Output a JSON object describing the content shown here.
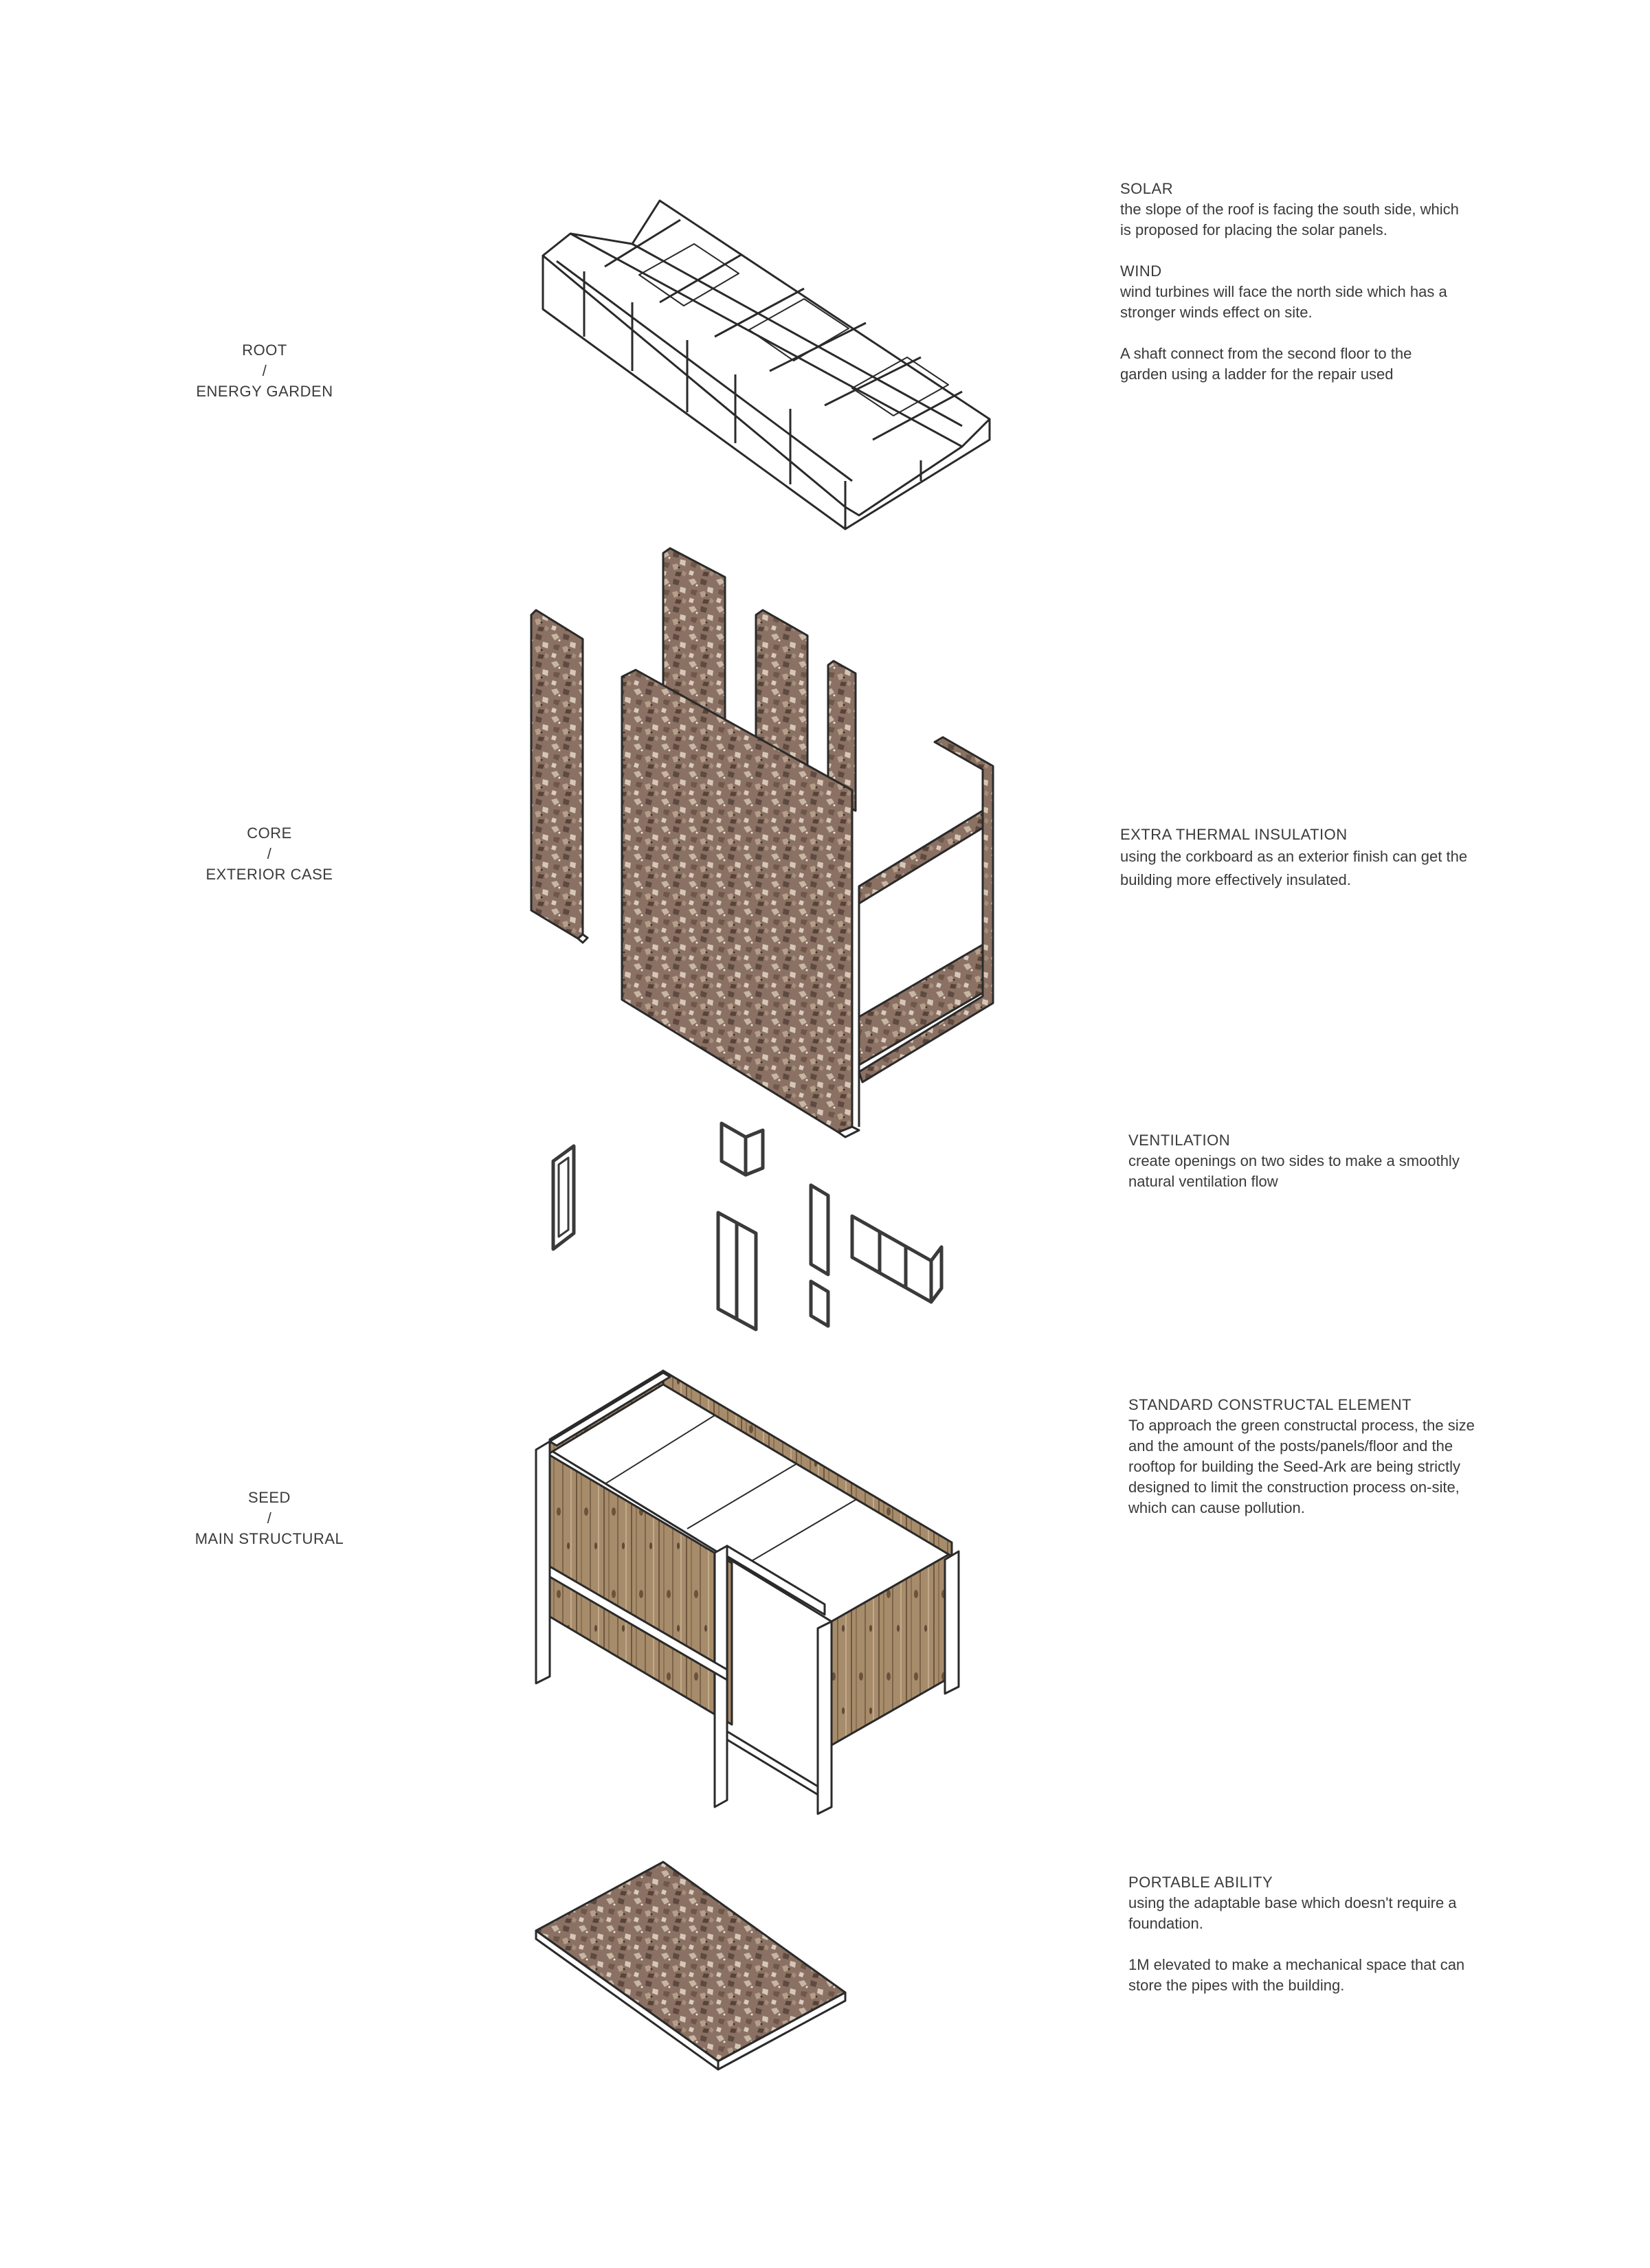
{
  "layers": [
    {
      "left_label": [
        "ROOT",
        "/",
        "ENERGY GARDEN"
      ],
      "notes": [
        {
          "heading": "SOLAR",
          "body": "the slope of the roof is facing the south side,  which\nis proposed for placing the solar panels."
        },
        {
          "heading": "WIND",
          "body": "wind turbines will face the north side which has a\nstronger winds effect on site."
        },
        {
          "heading": "",
          "body": "A shaft connect from the second floor to the\ngarden using a ladder for the repair used"
        }
      ]
    },
    {
      "left_label": [
        "CORE",
        "/",
        "EXTERIOR CASE"
      ],
      "notes": [
        {
          "heading": "EXTRA THERMAL INSULATION",
          "body": "using the corkboard as an exterior finish can get the\nbuilding more effectively insulated."
        }
      ]
    },
    {
      "left_label": [],
      "notes": [
        {
          "heading": "VENTILATION",
          "body": "create openings on two sides to make a smoothly\nnatural ventilation flow"
        }
      ]
    },
    {
      "left_label": [
        "SEED",
        "/",
        "MAIN STRUCTURAL"
      ],
      "notes": [
        {
          "heading": "STANDARD CONSTRUCTAL ELEMENT",
          "body": "To approach the green constructal process, the size\nand the amount of the posts/panels/floor and the\nrooftop for building the Seed-Ark are being strictly\ndesigned to limit the construction process on-site,\nwhich can cause pollution."
        }
      ]
    },
    {
      "left_label": [],
      "notes": [
        {
          "heading": "PORTABLE ABILITY",
          "body": "using the adaptable base which doesn't require a\nfoundation."
        },
        {
          "heading": "",
          "body": "1M elevated to make a mechanical space that can\nstore the pipes with the building."
        }
      ]
    }
  ],
  "colors": {
    "line": "#2a2a2a",
    "cork": "#8c7466",
    "cork_light": "#c9b7a6",
    "wood": "#a88e6c",
    "wood_dark": "#7a6248",
    "frame_dark": "#3a3a3a"
  }
}
